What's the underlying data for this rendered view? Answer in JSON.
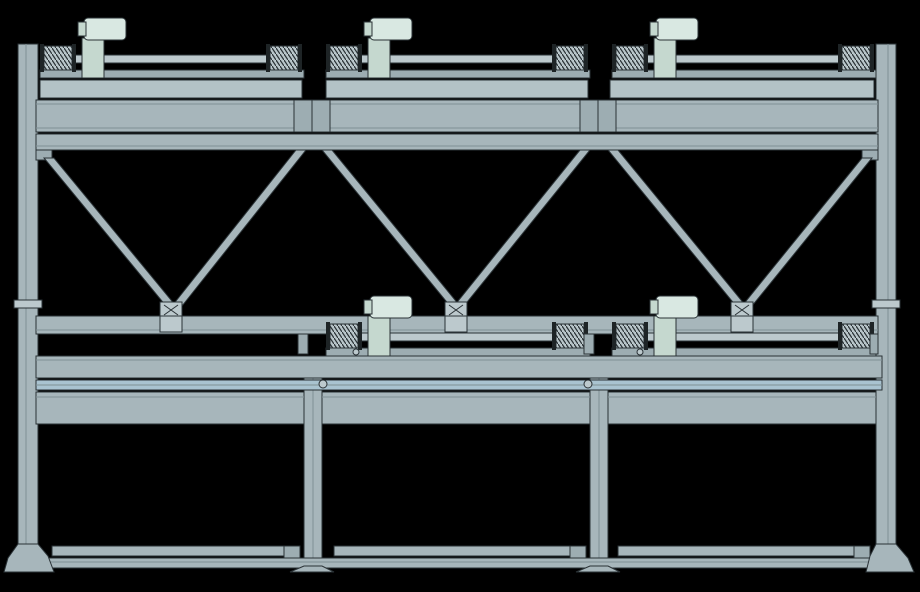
{
  "drawing": {
    "colors": {
      "background": "#000000",
      "steel": "#A7B6BB",
      "steel_light": "#BCC9CD",
      "steel_dark": "#7F9095",
      "edge": "#2A3236",
      "motor": "#D9E8E2",
      "motor_mount": "#C5D8CF",
      "rail_blue": "#A9C3D0",
      "drum_dark": "#1E2426"
    },
    "upper_level": {
      "bays": 3,
      "hoist_units": 3
    },
    "lower_level": {
      "bays": 2,
      "hoist_units": 2
    },
    "truss": {
      "panels": 3,
      "type": "V-bracing with X-plates"
    }
  }
}
